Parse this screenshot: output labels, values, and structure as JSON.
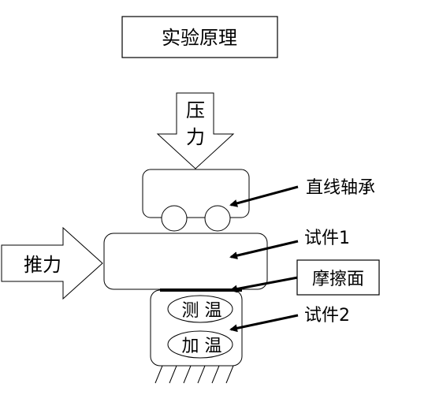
{
  "title": "实验原理",
  "labels": {
    "pressure_top": "压",
    "pressure_bottom": "力",
    "thrust": "推力",
    "linear_bearing": "直线轴承",
    "specimen1": "试件1",
    "friction_surface": "摩擦面",
    "specimen2": "试件2",
    "temp_measure": "测 温",
    "heating": "加 温"
  }
}
